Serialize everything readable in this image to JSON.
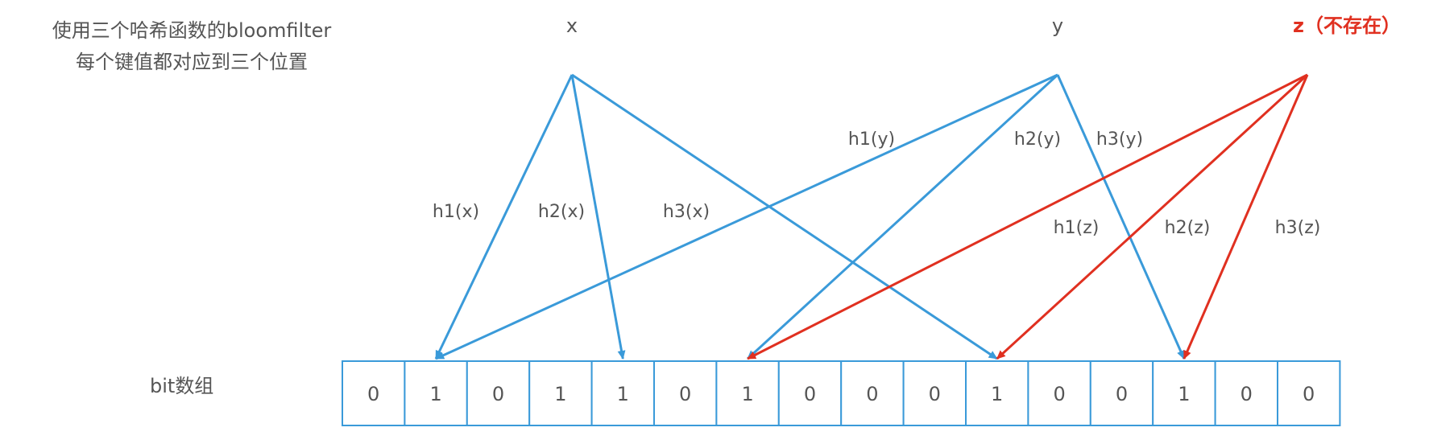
{
  "caption": {
    "line1": "使用三个哈希函数的bloomfilter",
    "line2": "每个键值都对应到三个位置"
  },
  "bit_array_label": "bit数组",
  "colors": {
    "existing_key": "#3a9ad9",
    "missing_key": "#e03020",
    "cell_border": "#3a9ad9",
    "text": "#555555"
  },
  "bits": [
    "0",
    "1",
    "0",
    "1",
    "1",
    "0",
    "1",
    "0",
    "0",
    "0",
    "1",
    "0",
    "0",
    "1",
    "0",
    "0"
  ],
  "keys": [
    {
      "id": "x",
      "label": "x",
      "exists": true,
      "hashes": [
        {
          "label": "h1(x)",
          "target_index": 1
        },
        {
          "label": "h2(x)",
          "target_index": 4
        },
        {
          "label": "h3(x)",
          "target_index": 10
        }
      ]
    },
    {
      "id": "y",
      "label": "y",
      "exists": true,
      "hashes": [
        {
          "label": "h1(y)",
          "target_index": 1
        },
        {
          "label": "h2(y)",
          "target_index": 6
        },
        {
          "label": "h3(y)",
          "target_index": 13
        }
      ]
    },
    {
      "id": "z",
      "label": "z（不存在）",
      "exists": false,
      "hashes": [
        {
          "label": "h1(z)",
          "target_index": 6
        },
        {
          "label": "h2(z)",
          "target_index": 10
        },
        {
          "label": "h3(z)",
          "target_index": 13
        }
      ]
    }
  ]
}
